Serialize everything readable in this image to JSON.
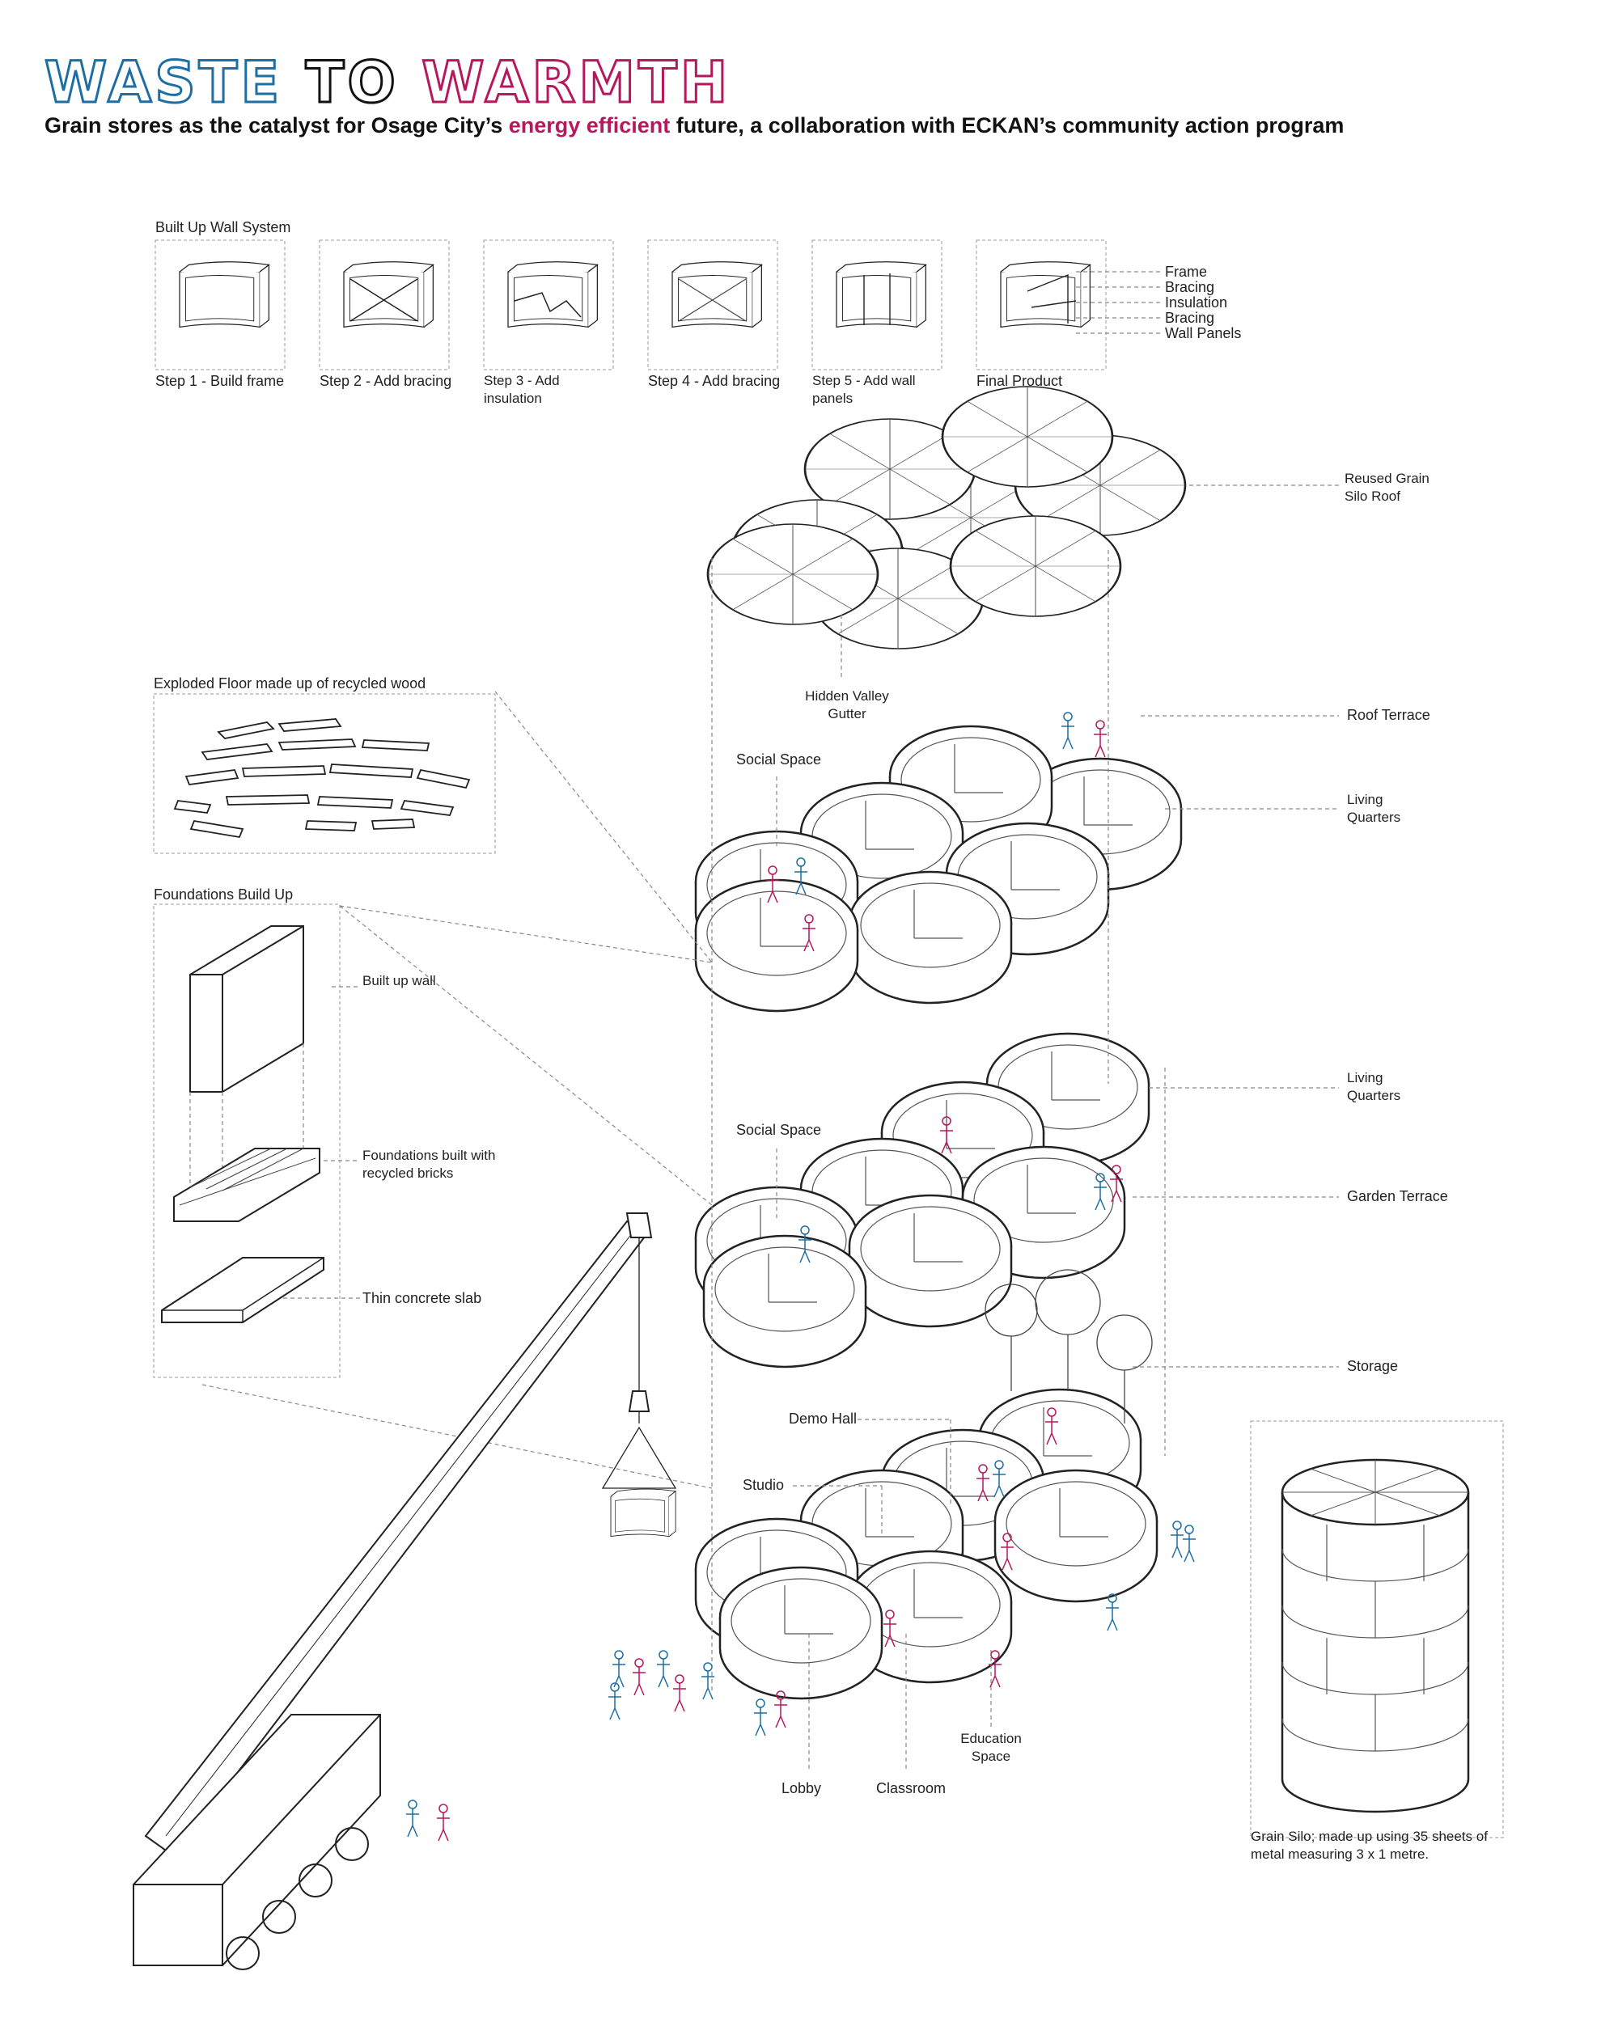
{
  "header": {
    "title_parts": [
      "WASTE",
      "TO",
      "WARMTH"
    ],
    "subtitle_a": "Grain stores as the catalyst for Osage City’s ",
    "subtitle_highlight": "energy efficient",
    "subtitle_b": " future, a collaboration with ECKAN’s community action program"
  },
  "wall_system": {
    "heading": "Built Up Wall System",
    "steps": [
      "Step 1 - Build frame",
      "Step 2 - Add bracing",
      "Step 3 - Add insulation",
      "Step 4 - Add bracing",
      "Step 5 - Add wall panels",
      "Final Product"
    ],
    "layers": [
      "Frame",
      "Bracing",
      "Insulation",
      "Bracing",
      "Wall Panels"
    ]
  },
  "floor_detail": {
    "heading": "Exploded Floor made up of recycled wood"
  },
  "foundations": {
    "heading": "Foundations Build Up",
    "labels": [
      "Built up wall",
      "Foundations built with recycled bricks",
      "Thin concrete slab"
    ]
  },
  "building_labels": {
    "roof": "Reused Grain Silo Roof",
    "gutter": "Hidden Valley Gutter",
    "roof_terrace": "Roof Terrace",
    "social_space_upper": "Social Space",
    "living_quarters_upper": "Living Quarters",
    "social_space_middle": "Social Space",
    "living_quarters_middle": "Living Quarters",
    "garden_terrace": "Garden Terrace",
    "storage": "Storage",
    "demo_hall": "Demo Hall",
    "studio": "Studio",
    "lobby": "Lobby",
    "classroom": "Classroom",
    "education_space": "Education Space"
  },
  "silo_caption": "Grain Silo; made up using 35 sheets of metal measuring 3 x 1 metre.",
  "colors": {
    "blue": "#1d6fa3",
    "pink": "#b5185d",
    "ink": "#222222",
    "dash": "#888888"
  }
}
